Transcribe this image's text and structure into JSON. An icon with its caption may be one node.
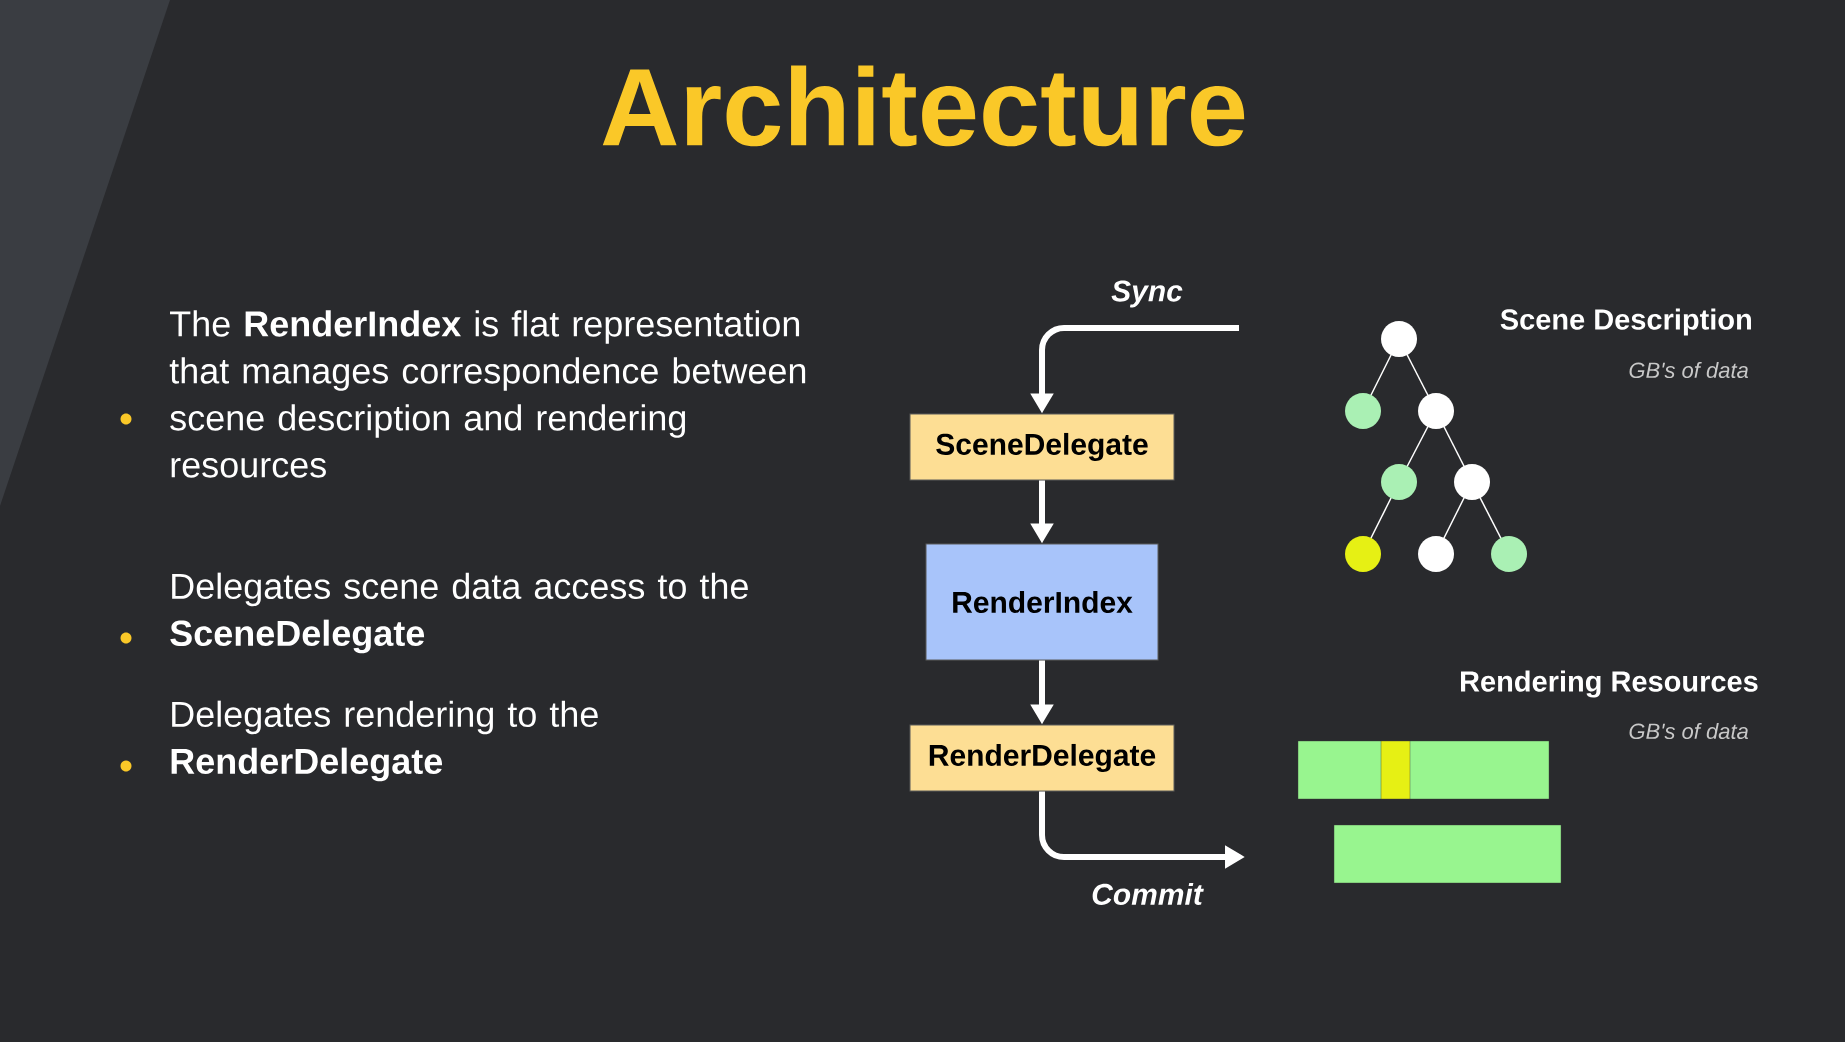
{
  "diagram": {
    "title": "Architecture",
    "nodes": [
      {
        "text": [
          "SceneDelegate"
        ]
      },
      {
        "text": [
          "RenderIndex"
        ]
      },
      {
        "text": [
          "RenderDelegate"
        ]
      }
    ],
    "edges": [
      {
        "from": null,
        "to": 0,
        "arrow": "to",
        "label": "Sync"
      },
      {
        "from": 0,
        "to": 1,
        "arrow": "to"
      },
      {
        "from": 1,
        "to": 2,
        "arrow": "to"
      },
      {
        "from": 2,
        "to": null,
        "arrow": "to",
        "label": "Commit"
      }
    ],
    "labels": [
      "The **RenderIndex** is flat representation that manages correspondence between scene description and rendering resources",
      "Delegates scene data access to the **SceneDelegate**",
      "Delegates rendering to the **RenderDelegate**",
      "Scene Description",
      "GB's of data",
      "Rendering Resources",
      "GB's of data"
    ]
  }
}
